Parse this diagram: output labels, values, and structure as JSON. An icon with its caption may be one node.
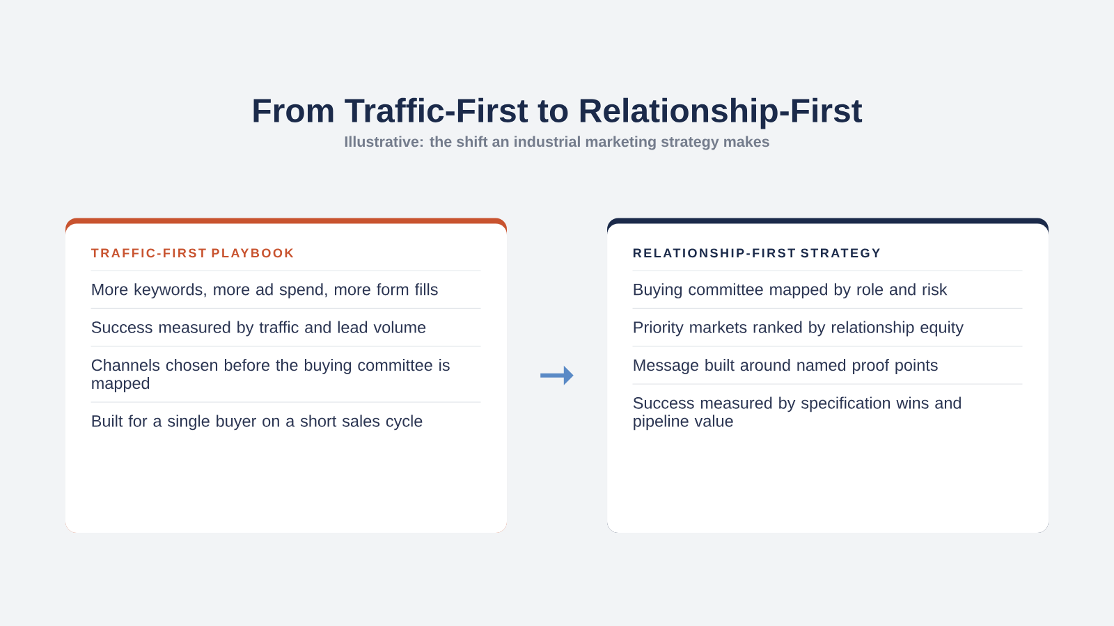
{
  "diagram": {
    "title": "From Traffic-First to Relationship-First",
    "nodes": [
      {
        "text": [
          "TRAFFIC-FIRST PLAYBOOK",
          "More keywords, more ad spend, more form fills",
          "Success measured by traffic and lead volume",
          "Channels chosen before the buying committee is mapped",
          "Built for a single buyer on a short sales cycle"
        ]
      },
      {
        "text": [
          "RELATIONSHIP-FIRST STRATEGY",
          "Buying committee mapped by role and risk",
          "Priority markets ranked by relationship equity",
          "Message built around named proof points",
          "Success measured by specification wins and pipeline value"
        ]
      }
    ],
    "edges": [
      {
        "from": 0,
        "to": 1,
        "arrow": "to"
      }
    ],
    "labels": [
      "Illustrative: the shift an industrial marketing strategy makes"
    ]
  }
}
